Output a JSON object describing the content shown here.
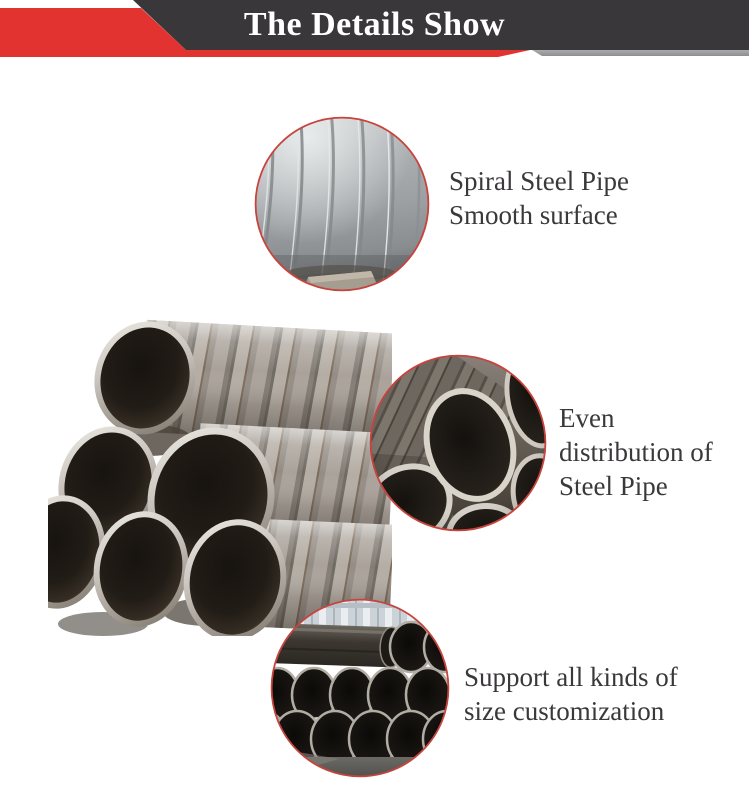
{
  "banner": {
    "title": "The Details Show"
  },
  "features": [
    {
      "id": "smooth-surface",
      "image": "spiral-steel-pipe-surface-photo",
      "lines": [
        "Spiral Steel Pipe",
        "Smooth surface"
      ]
    },
    {
      "id": "even-distribution",
      "image": "steel-pipe-ends-photo",
      "lines": [
        "Even",
        "distribution of",
        "Steel Pipe"
      ]
    },
    {
      "id": "size-customization",
      "image": "stacked-steel-pipes-warehouse-photo",
      "lines": [
        "Support all kinds of",
        "size customization"
      ]
    }
  ],
  "main_image": {
    "name": "spiral-steel-pipes-stack-photo"
  },
  "colors": {
    "accent_red": "#e23331",
    "banner_dark": "#3a373a",
    "circle_ring": "#c7443c",
    "caption_text": "#3a383a",
    "shadow_gray": "#9c9ca0"
  }
}
